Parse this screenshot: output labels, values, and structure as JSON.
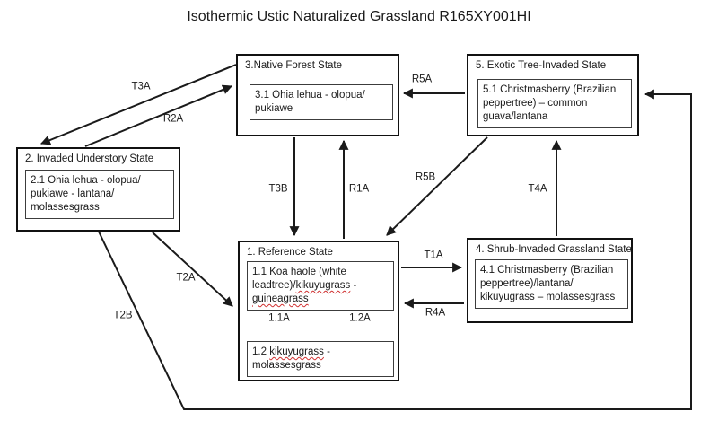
{
  "title": "Isothermic Ustic Naturalized Grassland R165XY001HI",
  "diagram_type": "state-and-transition-model",
  "states": {
    "s1": {
      "title": "1. Reference State",
      "c11": {
        "parts": [
          "1.1 Koa haole (white\nleadtree)/",
          "kikuyugrass",
          " -\n",
          "guineagrass"
        ]
      },
      "c12": {
        "parts": [
          "1.2 ",
          "kikuyugrass",
          " -\nmolassesgrass"
        ]
      }
    },
    "s2": {
      "title": "2. Invaded Understory State",
      "c21": {
        "lines": [
          "2.1 Ohia lehua - olopua/",
          "pukiawe - lantana/",
          "molassesgrass"
        ]
      }
    },
    "s3": {
      "title": "3.Native Forest State",
      "c31": {
        "lines": [
          "3.1 Ohia lehua - olopua/",
          "pukiawe"
        ]
      }
    },
    "s4": {
      "title": "4. Shrub-Invaded Grassland State",
      "c41": {
        "lines": [
          "4.1 Christmasberry (Brazilian",
          "peppertree)/lantana/",
          "kikuyugrass – molassesgrass"
        ]
      }
    },
    "s5": {
      "title": "5. Exotic Tree-Invaded State",
      "c51": {
        "lines": [
          "5.1 Christmasberry (Brazilian",
          "peppertree) – common",
          "guava/lantana"
        ]
      }
    }
  },
  "transitions": {
    "T3A": {
      "label": "T3A",
      "from": "3",
      "to": "2"
    },
    "R2A": {
      "label": "R2A",
      "from": "2",
      "to": "3"
    },
    "R5A": {
      "label": "R5A",
      "from": "5",
      "to": "3"
    },
    "T3B": {
      "label": "T3B",
      "from": "3",
      "to": "1"
    },
    "R1A": {
      "label": "R1A",
      "from": "1",
      "to": "3"
    },
    "R5B": {
      "label": "R5B",
      "from": "5",
      "to": "1"
    },
    "T4A": {
      "label": "T4A",
      "from": "4",
      "to": "5"
    },
    "T2A": {
      "label": "T2A",
      "from": "2",
      "to": "1"
    },
    "T2B": {
      "label": "T2B",
      "from": "2",
      "to": "5"
    },
    "T1A": {
      "label": "T1A",
      "from": "1",
      "to": "4"
    },
    "R4A": {
      "label": "R4A",
      "from": "4",
      "to": "1"
    },
    "A11": {
      "label": "1.1A",
      "from": "1.1",
      "to": "1.2"
    },
    "A12": {
      "label": "1.2A",
      "from": "1.2",
      "to": "1.1"
    }
  },
  "colors": {
    "line": "#1a1a1a",
    "box_border": "#111111",
    "spellcheck_underline": "#d03030",
    "background": "#ffffff"
  }
}
